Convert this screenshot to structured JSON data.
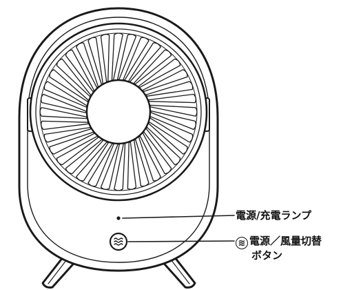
{
  "labels": {
    "lamp": "電源/充電ランプ",
    "button_glyph": "≋",
    "button_line1": "電源／風量切替",
    "button_line2": "ボタン"
  },
  "icons": {
    "fan_body": "desk-fan-outline",
    "button": "wind-waves-icon"
  },
  "colors": {
    "line": "#1a1a1a",
    "background": "#ffffff"
  }
}
